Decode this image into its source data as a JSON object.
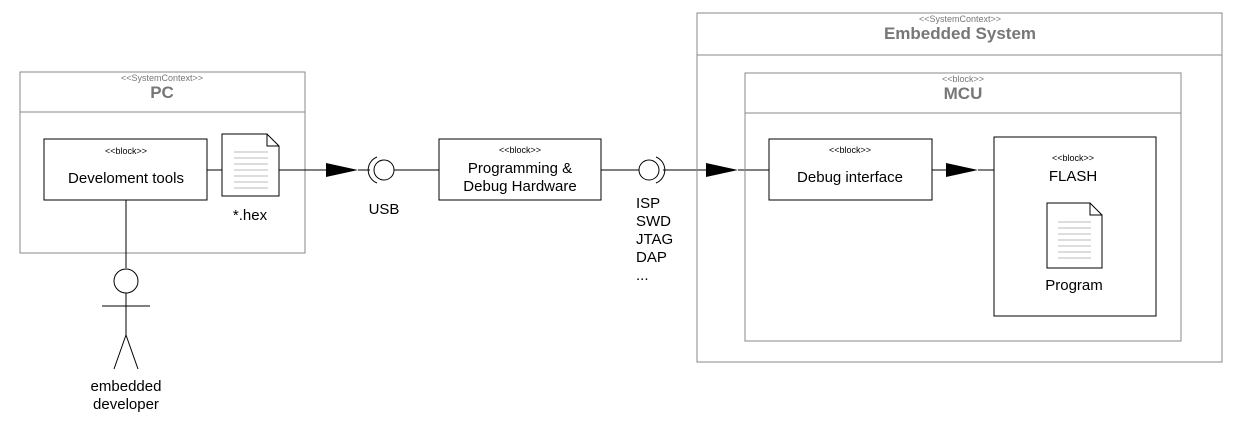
{
  "pc": {
    "stereotype": "<<SystemContext>>",
    "title": "PC",
    "tools": {
      "stereotype": "<<block>>",
      "label": "Develoment tools"
    },
    "hex_file": "*.hex"
  },
  "usb_label": "USB",
  "programmer": {
    "stereotype": "<<block>>",
    "line1": "Programming &",
    "line2": "Debug Hardware"
  },
  "protocols": [
    "ISP",
    "SWD",
    "JTAG",
    "DAP",
    "..."
  ],
  "embedded": {
    "stereotype": "<<SystemContext>>",
    "title": "Embedded System",
    "mcu": {
      "stereotype": "<<block>>",
      "title": "MCU",
      "debug": {
        "stereotype": "<<block>>",
        "label": "Debug interface"
      },
      "flash": {
        "stereotype": "<<block>>",
        "label": "FLASH",
        "program": "Program"
      }
    }
  },
  "actor": {
    "line1": "embedded",
    "line2": "developer"
  }
}
